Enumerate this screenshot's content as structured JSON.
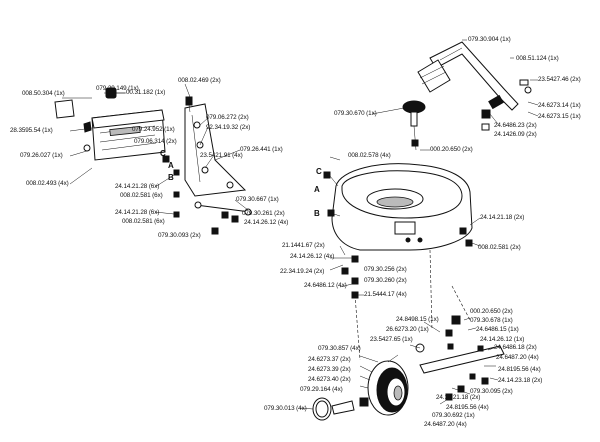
{
  "labels": {
    "l01": "008.50.304 (1x)",
    "l02": "079.29.149 (1x)",
    "l03": "28.3595.54 (1x)",
    "l04": "079.26.027 (1x)",
    "l05": "008.02.493 (4x)",
    "l06": "00.31.182 (1x)",
    "l07": "079.24.952 (1x)",
    "l08": "079.06.314 (2x)",
    "l09": "008.02.469 (2x)",
    "l10": "079.06.272 (2x)",
    "l11": "92.34.19.32 (2x)",
    "l12": "23.5421.91 (4x)",
    "l13": "079.26.441 (1x)",
    "l14": "24.14.21.28 (6x)",
    "l15": "008.02.581 (6x)",
    "l16": "24.14.21.28 (6x)",
    "l17": "008.02.581 (6x)",
    "l18": "079.30.667 (1x)",
    "l19": "079.30.261 (2x)",
    "l20": "24.14.26.12 (4x)",
    "l21": "079.30.093 (2x)",
    "l22": "079.30.904 (1x)",
    "l23": "008.51.124 (1x)",
    "l24": "23.5427.46 (2x)",
    "l25": "24.6273.14 (1x)",
    "l26": "24.6273.15 (1x)",
    "l27": "24.6486.23 (2x)",
    "l28": "24.1426.09 (2x)",
    "l29": "079.30.670 (1x)",
    "l30": "000.20.650 (2x)",
    "l31": "008.02.578 (4x)",
    "l32": "24.14.21.18 (2x)",
    "l33": "008.02.581 (2x)",
    "l34": "21.1441.67 (2x)",
    "l35": "24.14.26.12 (4x)",
    "l36": "22.34.19.24 (2x)",
    "l37": "079.30.256 (2x)",
    "l38": "079.30.260 (2x)",
    "l39": "24.6486.12 (4x)",
    "l40": "21.5444.17 (4x)",
    "l41": "24.8498.15 (1x)",
    "l42": "26.6273.20 (1x)",
    "l43": "23.5427.65 (1x)",
    "l44": "000.20.650 (2x)",
    "l45": "079.30.678 (1x)",
    "l46": "24.6486.15 (1x)",
    "l47": "24.14.26.12 (1x)",
    "l48": "24.6486.18 (2x)",
    "l49": "24.6487.20 (4x)",
    "l50": "079.30.857 (4x)",
    "l51": "24.6273.37 (2x)",
    "l52": "24.6273.39 (2x)",
    "l53": "24.6273.40 (2x)",
    "l54": "079.29.164 (4x)",
    "l55": "24.8195.56 (4x)",
    "l56": "24.14.23.18 (2x)",
    "l57": "079.30.095 (2x)",
    "l58": "24.14.21.18 (2x)",
    "l59": "24.8195.56 (4x)",
    "l60": "079.30.692 (1x)",
    "l61": "079.30.013 (4x)",
    "l62": "24.6487.20 (4x)"
  },
  "letters": {
    "a": "A",
    "b": "B",
    "c": "C",
    "a1": "A",
    "b1": "B",
    "c1": "C"
  }
}
